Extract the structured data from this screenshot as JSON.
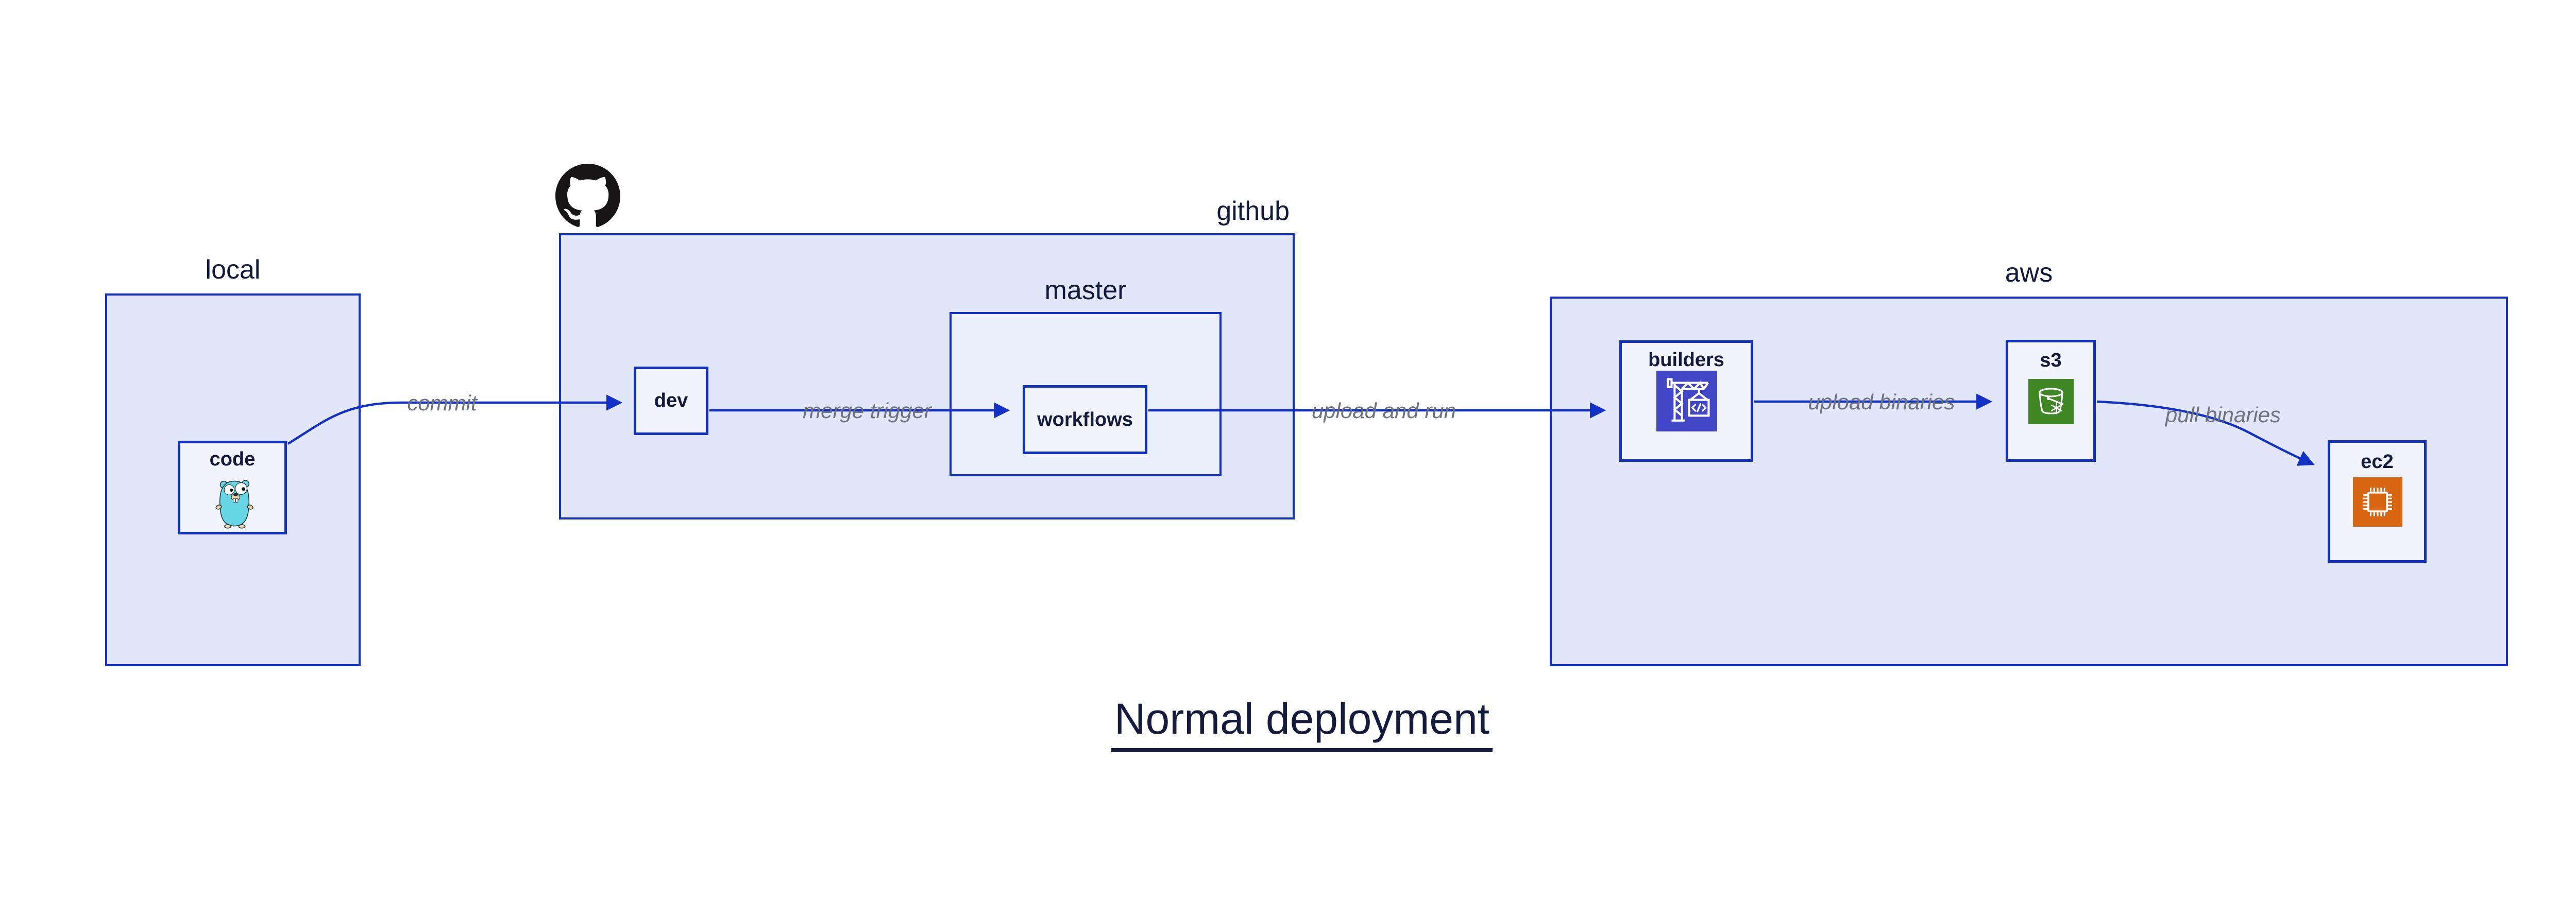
{
  "title": "Normal deployment",
  "groups": {
    "local": {
      "label": "local"
    },
    "github": {
      "label": "github"
    },
    "master": {
      "label": "master"
    },
    "aws": {
      "label": "aws"
    }
  },
  "nodes": {
    "code": {
      "label": "code",
      "icon": "go-gopher"
    },
    "dev": {
      "label": "dev"
    },
    "workflows": {
      "label": "workflows"
    },
    "builders": {
      "label": "builders",
      "icon": "codebuild-crane"
    },
    "s3": {
      "label": "s3",
      "icon": "s3-glacier-bucket"
    },
    "ec2": {
      "label": "ec2",
      "icon": "ec2-chip"
    }
  },
  "edges": [
    {
      "from": "code",
      "to": "dev",
      "label": "commit"
    },
    {
      "from": "dev",
      "to": "workflows",
      "label": "merge trigger"
    },
    {
      "from": "workflows",
      "to": "builders",
      "label": "upload and run"
    },
    {
      "from": "builders",
      "to": "s3",
      "label": "upload binaries"
    },
    {
      "from": "s3",
      "to": "ec2",
      "label": "pull binaries"
    }
  ],
  "colors": {
    "edge_blue": "#1331C5",
    "box_border_blue": "#1331C5",
    "group_fill": "#E1E7F8",
    "master_fill": "#EBEFFB",
    "node_fill": "#F1F4FC",
    "edge_label_gray": "#6C7280",
    "text_navy": "#141B3D",
    "github_black": "#171515",
    "builders_purple": "#4147C6",
    "s3_green": "#3F8624",
    "ec2_orange": "#D86613",
    "gopher_teal": "#67D6E4"
  }
}
